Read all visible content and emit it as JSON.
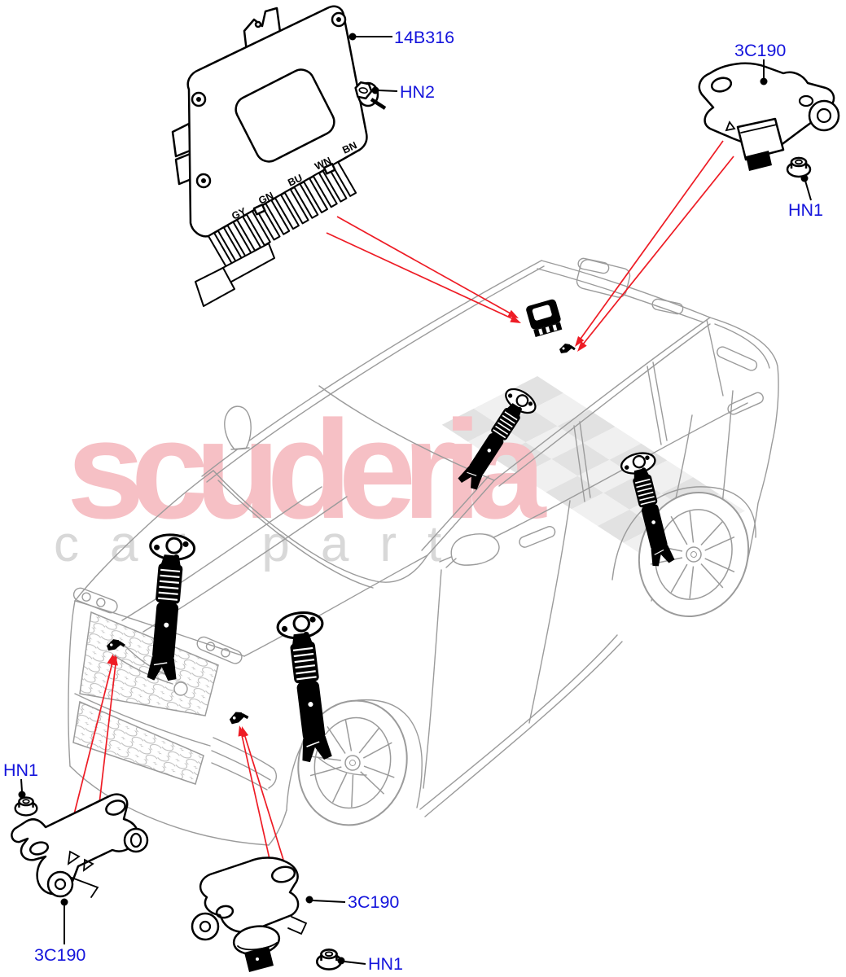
{
  "watermark": {
    "brand": "scuderia",
    "tagline": "car parts"
  },
  "callouts": {
    "ecu": "14B316",
    "ecu_nut": "HN2",
    "sensor_top_right": "3C190",
    "nut_top_right": "HN1",
    "nut_bottom_left": "HN1",
    "sensor_bottom_left": "3C190",
    "sensor_bottom_center": "3C190",
    "nut_bottom_center": "HN1"
  },
  "ecu_connector_labels": [
    "GY",
    "GN",
    "BU",
    "WN",
    "BN"
  ],
  "colors": {
    "callout_text": "#1414dc",
    "leader_line": "#000000",
    "pointer_line": "#ee1c25",
    "car_outline": "#9b9b9b",
    "part_ink": "#000000",
    "watermark_brand": "#f6c0c5",
    "watermark_tagline": "#d8d8d8",
    "checker_dark": "#e2e2e2",
    "checker_light": "#f0f0f0",
    "background": "#ffffff"
  }
}
